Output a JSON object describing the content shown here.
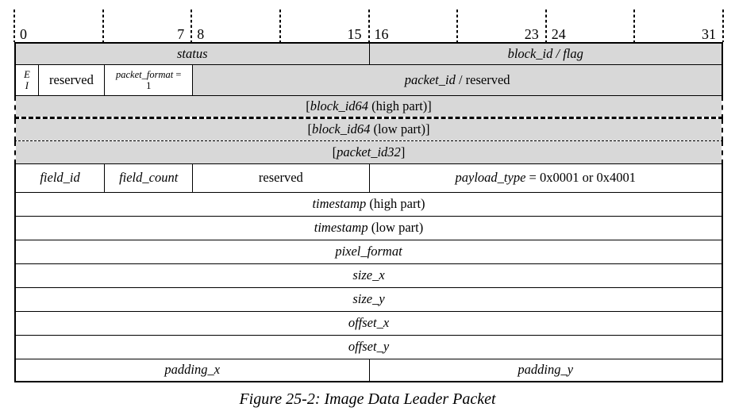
{
  "figure": {
    "caption": "Figure 25-2: Image Data Leader Packet"
  },
  "colors": {
    "shaded": "#d8d8d8",
    "border": "#000000",
    "background": "#ffffff"
  },
  "ruler": {
    "total_bits": 32,
    "tick_bits": [
      0,
      4,
      8,
      12,
      16,
      20,
      24,
      28,
      32
    ],
    "labels": [
      {
        "text": "0",
        "bit": 0,
        "align": "left"
      },
      {
        "text": "7",
        "bit": 8,
        "align": "right"
      },
      {
        "text": "8",
        "bit": 8,
        "align": "left"
      },
      {
        "text": "15",
        "bit": 16,
        "align": "right"
      },
      {
        "text": "16",
        "bit": 16,
        "align": "left"
      },
      {
        "text": "23",
        "bit": 24,
        "align": "right"
      },
      {
        "text": "24",
        "bit": 24,
        "align": "left"
      },
      {
        "text": "31",
        "bit": 32,
        "align": "right"
      }
    ]
  },
  "packet_table": {
    "total_bits": 32,
    "rows": [
      {
        "name": "status-blockid",
        "h": 29,
        "sides": "solid",
        "bottom": "solid",
        "cells": [
          {
            "name": "status",
            "bits": 16,
            "shaded": true,
            "segments": [
              {
                "t": "status",
                "i": true
              }
            ]
          },
          {
            "name": "block-id-flag",
            "bits": 16,
            "shaded": true,
            "segments": [
              {
                "t": "block_id / flag",
                "i": true
              }
            ]
          }
        ]
      },
      {
        "name": "word1",
        "h": 39,
        "sides": "solid",
        "bottom": "solid",
        "cells": [
          {
            "name": "ei-flag",
            "bits": 1,
            "shaded": false,
            "small": true,
            "segments": [
              {
                "t": "E",
                "i": true
              },
              {
                "br": true
              },
              {
                "t": "I",
                "i": true
              }
            ]
          },
          {
            "name": "reserved-bits",
            "bits": 3,
            "shaded": false,
            "segments": [
              {
                "t": "reserved",
                "i": false
              }
            ]
          },
          {
            "name": "packet-format",
            "bits": 4,
            "shaded": false,
            "small": true,
            "segments": [
              {
                "t": "packet_format",
                "i": true
              },
              {
                "t": " =",
                "i": false
              },
              {
                "br": true
              },
              {
                "t": "1",
                "i": false
              }
            ]
          },
          {
            "name": "packet-id-reserved",
            "bits": 24,
            "shaded": true,
            "segments": [
              {
                "t": "packet_id",
                "i": true
              },
              {
                "t": " / reserved",
                "i": false
              }
            ]
          }
        ]
      },
      {
        "name": "block-id64-high",
        "h": 29,
        "sides": "dashed",
        "bottom": "dashed-thick",
        "cells": [
          {
            "name": "block-id64-high",
            "bits": 32,
            "shaded": true,
            "segments": [
              {
                "t": "[",
                "i": false
              },
              {
                "t": "block_id64",
                "i": true
              },
              {
                "t": " (high part)]",
                "i": false
              }
            ]
          }
        ]
      },
      {
        "name": "block-id64-low",
        "h": 28,
        "sides": "dashed",
        "bottom": "dashed-thin",
        "cells": [
          {
            "name": "block-id64-low",
            "bits": 32,
            "shaded": true,
            "segments": [
              {
                "t": "[",
                "i": false
              },
              {
                "t": "block_id64",
                "i": true
              },
              {
                "t": " (low part)]",
                "i": false
              }
            ]
          }
        ]
      },
      {
        "name": "packet-id32",
        "h": 29,
        "sides": "dashed",
        "bottom": "solid",
        "cells": [
          {
            "name": "packet-id32",
            "bits": 32,
            "shaded": true,
            "segments": [
              {
                "t": "[",
                "i": false
              },
              {
                "t": "packet_id32",
                "i": true
              },
              {
                "t": "]",
                "i": false
              }
            ]
          }
        ]
      },
      {
        "name": "word2",
        "h": 36,
        "sides": "solid",
        "bottom": "solid",
        "cells": [
          {
            "name": "field-id",
            "bits": 4,
            "shaded": false,
            "segments": [
              {
                "t": "field_id",
                "i": true
              }
            ]
          },
          {
            "name": "field-count",
            "bits": 4,
            "shaded": false,
            "segments": [
              {
                "t": "field_count",
                "i": true
              }
            ]
          },
          {
            "name": "reserved-word2",
            "bits": 8,
            "shaded": false,
            "segments": [
              {
                "t": "reserved",
                "i": false
              }
            ]
          },
          {
            "name": "payload-type",
            "bits": 16,
            "shaded": false,
            "segments": [
              {
                "t": "payload_type",
                "i": true
              },
              {
                "t": " = 0x0001 or 0x4001",
                "i": false
              }
            ]
          }
        ]
      },
      {
        "name": "timestamp-high",
        "h": 30,
        "sides": "solid",
        "bottom": "solid",
        "cells": [
          {
            "name": "timestamp-high",
            "bits": 32,
            "shaded": false,
            "segments": [
              {
                "t": "timestamp",
                "i": true
              },
              {
                "t": " (high part)",
                "i": false
              }
            ]
          }
        ]
      },
      {
        "name": "timestamp-low",
        "h": 30,
        "sides": "solid",
        "bottom": "solid",
        "cells": [
          {
            "name": "timestamp-low",
            "bits": 32,
            "shaded": false,
            "segments": [
              {
                "t": "timestamp",
                "i": true
              },
              {
                "t": " (low part)",
                "i": false
              }
            ]
          }
        ]
      },
      {
        "name": "pixel-format",
        "h": 30,
        "sides": "solid",
        "bottom": "solid",
        "cells": [
          {
            "name": "pixel-format",
            "bits": 32,
            "shaded": false,
            "segments": [
              {
                "t": "pixel_format",
                "i": true
              }
            ]
          }
        ]
      },
      {
        "name": "size-x",
        "h": 30,
        "sides": "solid",
        "bottom": "solid",
        "cells": [
          {
            "name": "size-x",
            "bits": 32,
            "shaded": false,
            "segments": [
              {
                "t": "size_x",
                "i": true
              }
            ]
          }
        ]
      },
      {
        "name": "size-y",
        "h": 30,
        "sides": "solid",
        "bottom": "solid",
        "cells": [
          {
            "name": "size-y",
            "bits": 32,
            "shaded": false,
            "segments": [
              {
                "t": "size_y",
                "i": true
              }
            ]
          }
        ]
      },
      {
        "name": "offset-x",
        "h": 30,
        "sides": "solid",
        "bottom": "solid",
        "cells": [
          {
            "name": "offset-x",
            "bits": 32,
            "shaded": false,
            "segments": [
              {
                "t": "offset_x",
                "i": true
              }
            ]
          }
        ]
      },
      {
        "name": "offset-y",
        "h": 30,
        "sides": "solid",
        "bottom": "solid",
        "cells": [
          {
            "name": "offset-y",
            "bits": 32,
            "shaded": false,
            "segments": [
              {
                "t": "offset_y",
                "i": true
              }
            ]
          }
        ]
      },
      {
        "name": "padding",
        "h": 29,
        "sides": "solid",
        "bottom": "solid",
        "cells": [
          {
            "name": "padding-x",
            "bits": 16,
            "shaded": false,
            "segments": [
              {
                "t": "padding_x",
                "i": true
              }
            ]
          },
          {
            "name": "padding-y",
            "bits": 16,
            "shaded": false,
            "segments": [
              {
                "t": "padding_y",
                "i": true
              }
            ]
          }
        ]
      }
    ]
  }
}
